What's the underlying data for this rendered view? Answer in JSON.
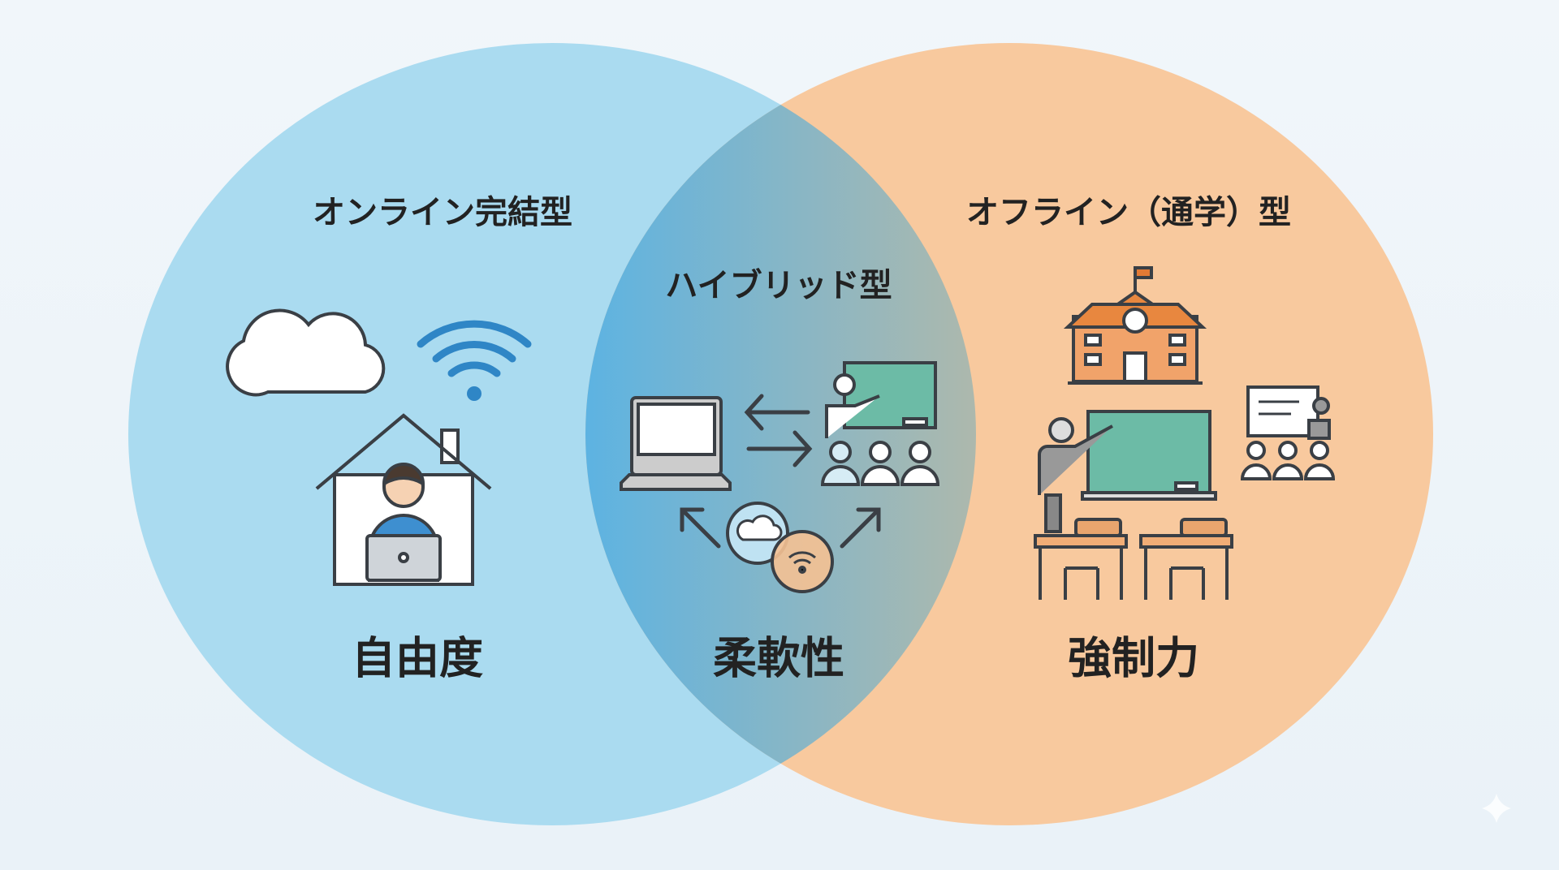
{
  "online": {
    "title": "オンライン完結型",
    "keyword": "自由度"
  },
  "hybrid": {
    "title": "ハイブリッド型",
    "keyword": "柔軟性"
  },
  "offline": {
    "title": "オフライン（通学）型",
    "keyword": "強制力"
  },
  "colors": {
    "online": "#a9daf0",
    "offline": "#f8c89c",
    "blend_left": "#5db3e2",
    "blend_right": "#f1a862",
    "stroke": "#3a3f45",
    "board": "#6cbba6"
  }
}
